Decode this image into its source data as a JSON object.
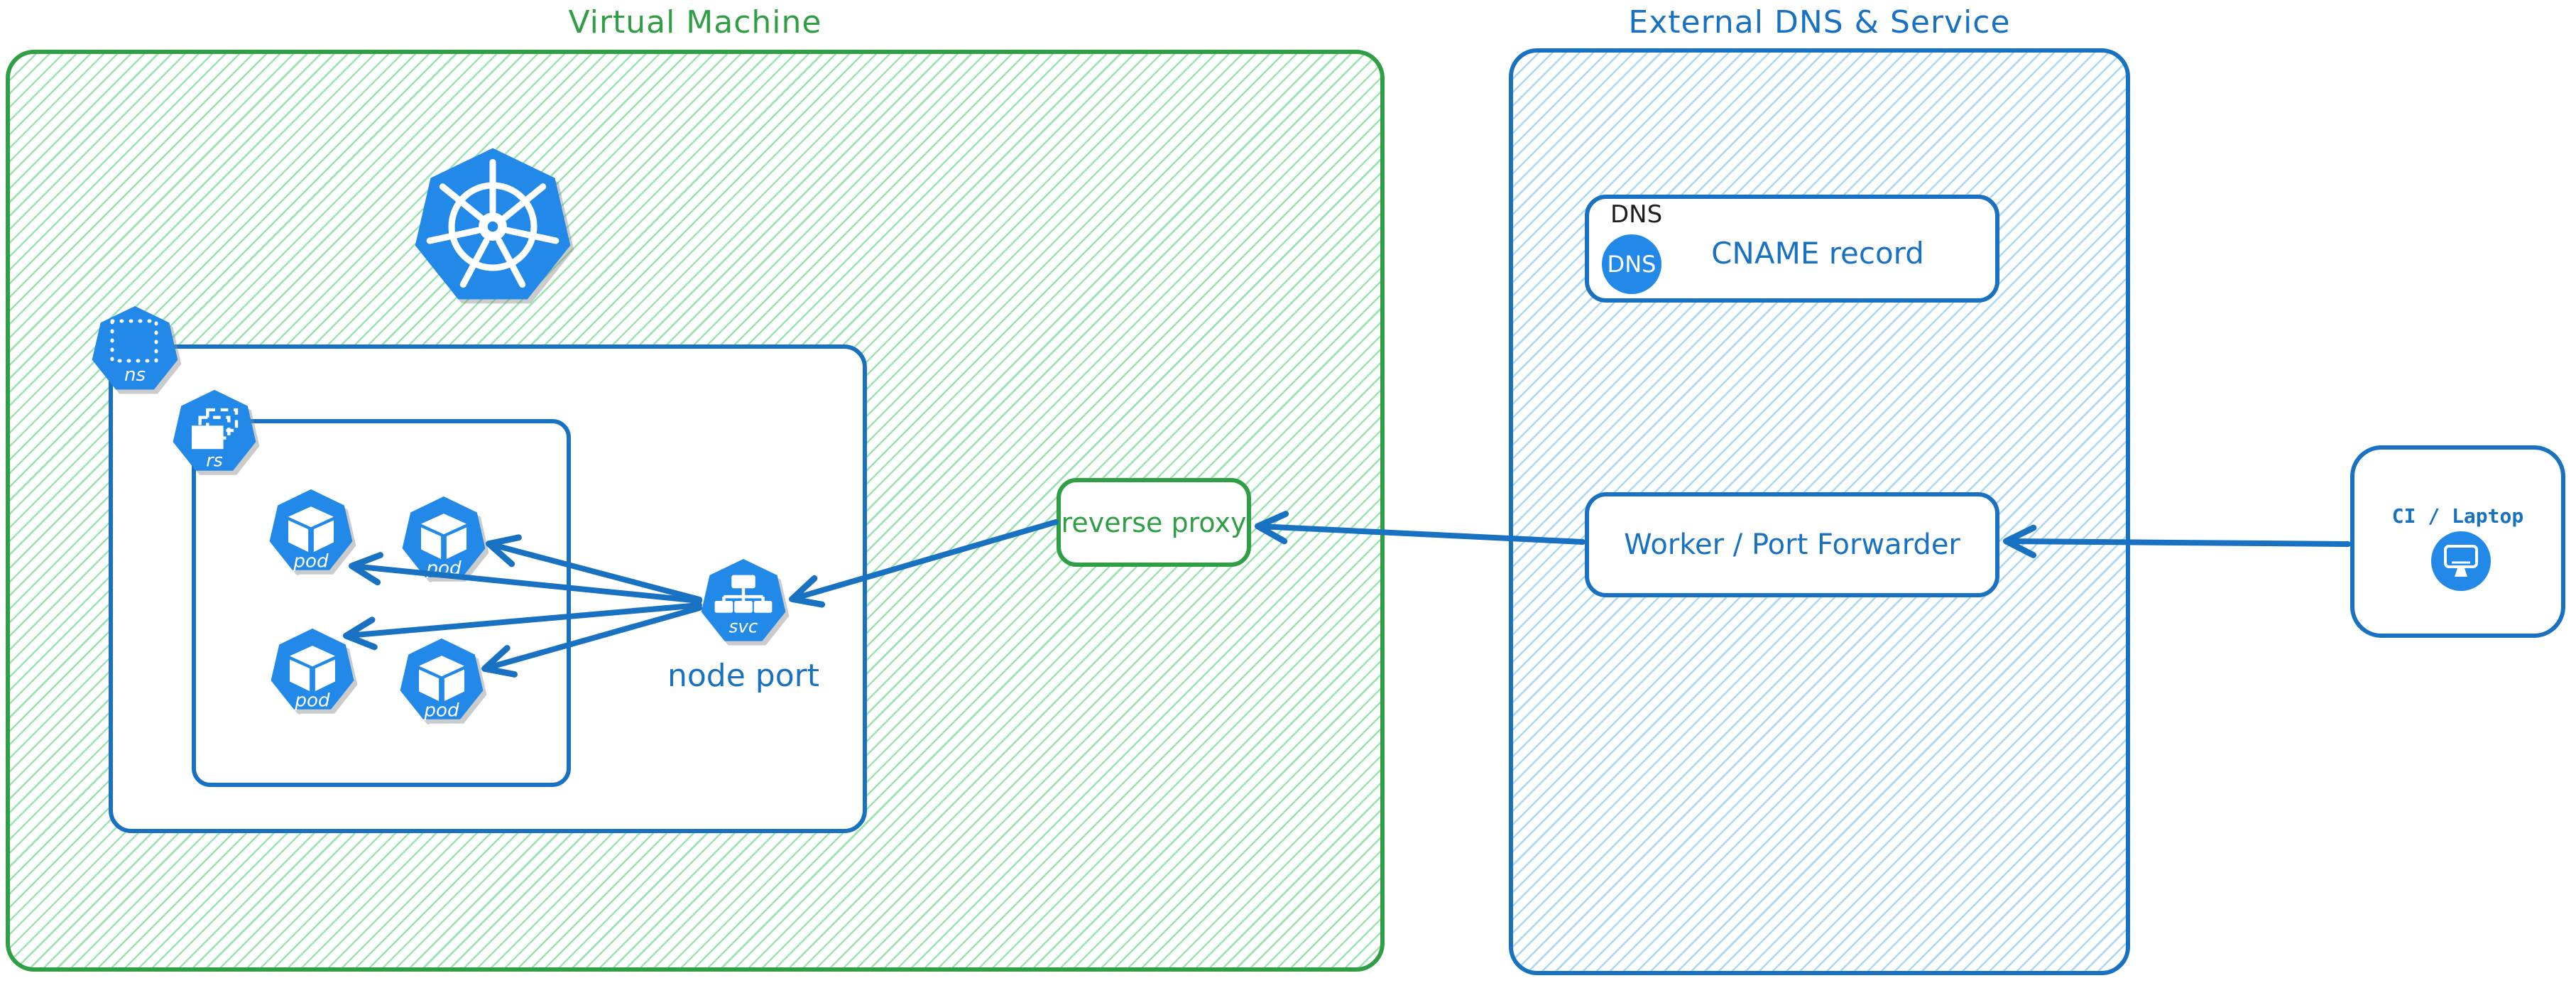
{
  "colors": {
    "green_border": "#2f9e44",
    "green_hatch": "#9ae3b0",
    "blue_border": "#1971c2",
    "blue_hatch": "#a9d7f7",
    "icon_blue": "#2289e8",
    "arrow_blue": "#1971c2",
    "ink_black": "#1e1e1e"
  },
  "diagram": {
    "virtual_machine": {
      "title": "Virtual Machine",
      "namespace_icon": {
        "label": "ns"
      },
      "replicaset_icon": {
        "label": "rs"
      },
      "pods": [
        {
          "label": "pod"
        },
        {
          "label": "pod"
        },
        {
          "label": "pod"
        },
        {
          "label": "pod"
        }
      ],
      "service_icon": {
        "label": "svc",
        "caption": "node port"
      }
    },
    "reverse_proxy": {
      "label": "reverse proxy"
    },
    "external_dns_service": {
      "title": "External DNS & Service",
      "dns_record": {
        "tag": "DNS",
        "badge": "DNS",
        "label": "CNAME record"
      },
      "worker": {
        "label": "Worker / Port Forwarder"
      }
    },
    "ci_laptop": {
      "label": "CI / Laptop"
    },
    "edges": [
      {
        "from": "service",
        "to": "pod-1"
      },
      {
        "from": "service",
        "to": "pod-2"
      },
      {
        "from": "service",
        "to": "pod-3"
      },
      {
        "from": "service",
        "to": "pod-4"
      },
      {
        "from": "reverse-proxy",
        "to": "service"
      },
      {
        "from": "worker-port-forwarder",
        "to": "reverse-proxy"
      },
      {
        "from": "ci-laptop",
        "to": "worker-port-forwarder"
      }
    ]
  }
}
